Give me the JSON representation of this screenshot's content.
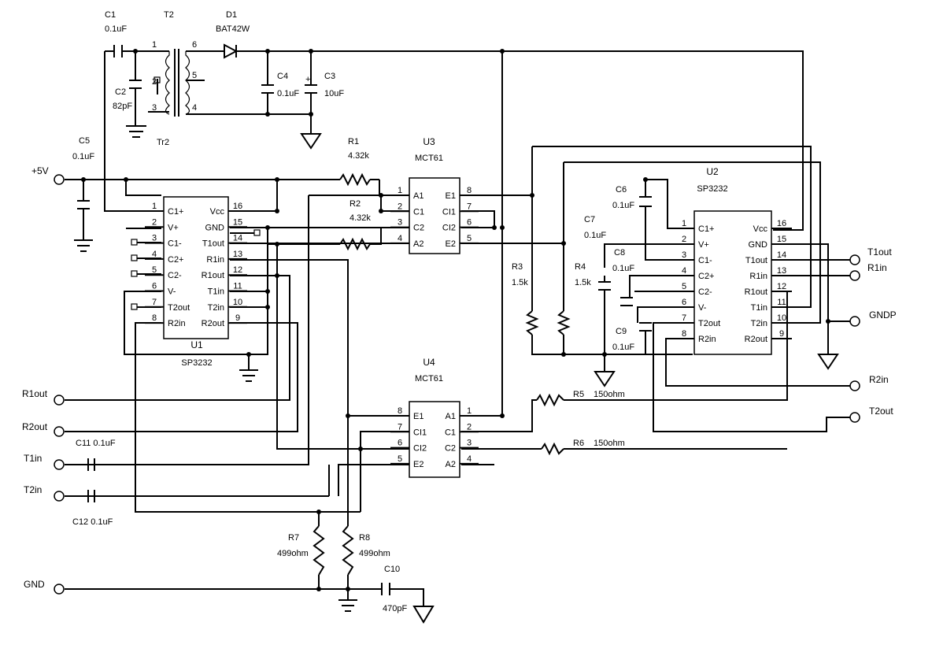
{
  "components": {
    "C1": {
      "ref": "C1",
      "value": "0.1uF"
    },
    "C2": {
      "ref": "C2",
      "value": "82pF"
    },
    "C3": {
      "ref": "C3",
      "value": "10uF"
    },
    "C4": {
      "ref": "C4",
      "value": "0.1uF"
    },
    "C5": {
      "ref": "C5",
      "value": "0.1uF"
    },
    "C6": {
      "ref": "C6",
      "value": "0.1uF"
    },
    "C7": {
      "ref": "C7",
      "value": "0.1uF"
    },
    "C8": {
      "ref": "C8",
      "value": "0.1uF"
    },
    "C9": {
      "ref": "C9",
      "value": "0.1uF"
    },
    "C10": {
      "ref": "C10",
      "value": "470pF"
    },
    "C11": {
      "label": "C11 0.1uF"
    },
    "C12": {
      "label": "C12 0.1uF"
    },
    "D1": {
      "ref": "D1",
      "value": "BAT42W"
    },
    "T2": {
      "ref": "T2",
      "sublabel": "Tr2",
      "pins": [
        "1",
        "2",
        "3",
        "6",
        "5",
        "4"
      ]
    },
    "R1": {
      "ref": "R1",
      "value": "4.32k"
    },
    "R2": {
      "ref": "R2",
      "value": "4.32k"
    },
    "R3": {
      "ref": "R3",
      "value": "1.5k"
    },
    "R4": {
      "ref": "R4",
      "value": "1.5k"
    },
    "R5": {
      "ref": "R5",
      "value": "150ohm"
    },
    "R6": {
      "ref": "R6",
      "value": "150ohm"
    },
    "R7": {
      "ref": "R7",
      "value": "499ohm"
    },
    "R8": {
      "ref": "R8",
      "value": "499ohm"
    }
  },
  "ics": {
    "U1": {
      "ref": "U1",
      "part": "SP3232",
      "left": [
        {
          "num": "1",
          "name": "C1+"
        },
        {
          "num": "2",
          "name": "V+"
        },
        {
          "num": "3",
          "name": "C1-"
        },
        {
          "num": "4",
          "name": "C2+"
        },
        {
          "num": "5",
          "name": "C2-"
        },
        {
          "num": "6",
          "name": "V-"
        },
        {
          "num": "7",
          "name": "T2out"
        },
        {
          "num": "8",
          "name": "R2in"
        }
      ],
      "right": [
        {
          "num": "16",
          "name": "Vcc"
        },
        {
          "num": "15",
          "name": "GND"
        },
        {
          "num": "14",
          "name": "T1out"
        },
        {
          "num": "13",
          "name": "R1in"
        },
        {
          "num": "12",
          "name": "R1out"
        },
        {
          "num": "11",
          "name": "T1in"
        },
        {
          "num": "10",
          "name": "T2in"
        },
        {
          "num": "9",
          "name": "R2out"
        }
      ]
    },
    "U2": {
      "ref": "U2",
      "part": "SP3232",
      "left": [
        {
          "num": "1",
          "name": "C1+"
        },
        {
          "num": "2",
          "name": "V+"
        },
        {
          "num": "3",
          "name": "C1-"
        },
        {
          "num": "4",
          "name": "C2+"
        },
        {
          "num": "5",
          "name": "C2-"
        },
        {
          "num": "6",
          "name": "V-"
        },
        {
          "num": "7",
          "name": "T2out"
        },
        {
          "num": "8",
          "name": "R2in"
        }
      ],
      "right": [
        {
          "num": "16",
          "name": "Vcc"
        },
        {
          "num": "15",
          "name": "GND"
        },
        {
          "num": "14",
          "name": "T1out"
        },
        {
          "num": "13",
          "name": "R1in"
        },
        {
          "num": "12",
          "name": "R1out"
        },
        {
          "num": "11",
          "name": "T1in"
        },
        {
          "num": "10",
          "name": "T2in"
        },
        {
          "num": "9",
          "name": "R2out"
        }
      ]
    },
    "U3": {
      "ref": "U3",
      "part": "MCT61",
      "left": [
        {
          "num": "1",
          "name": "A1"
        },
        {
          "num": "2",
          "name": "C1"
        },
        {
          "num": "3",
          "name": "C2"
        },
        {
          "num": "4",
          "name": "A2"
        }
      ],
      "right": [
        {
          "num": "8",
          "name": "E1"
        },
        {
          "num": "7",
          "name": "CI1"
        },
        {
          "num": "6",
          "name": "CI2"
        },
        {
          "num": "5",
          "name": "E2"
        }
      ]
    },
    "U4": {
      "ref": "U4",
      "part": "MCT61",
      "left": [
        {
          "num": "8",
          "name": "E1"
        },
        {
          "num": "7",
          "name": "CI1"
        },
        {
          "num": "6",
          "name": "CI2"
        },
        {
          "num": "5",
          "name": "E2"
        }
      ],
      "right": [
        {
          "num": "1",
          "name": "A1"
        },
        {
          "num": "2",
          "name": "C1"
        },
        {
          "num": "3",
          "name": "C2"
        },
        {
          "num": "4",
          "name": "A2"
        }
      ]
    }
  },
  "ports": {
    "vcc": "+5V",
    "r1out": "R1out",
    "r2out": "R2out",
    "t1in": "T1in",
    "t2in": "T2in",
    "gnd": "GND",
    "t1out": "T1out",
    "r1in": "R1in",
    "gndp": "GNDP",
    "r2in": "R2in",
    "t2out": "T2out"
  }
}
